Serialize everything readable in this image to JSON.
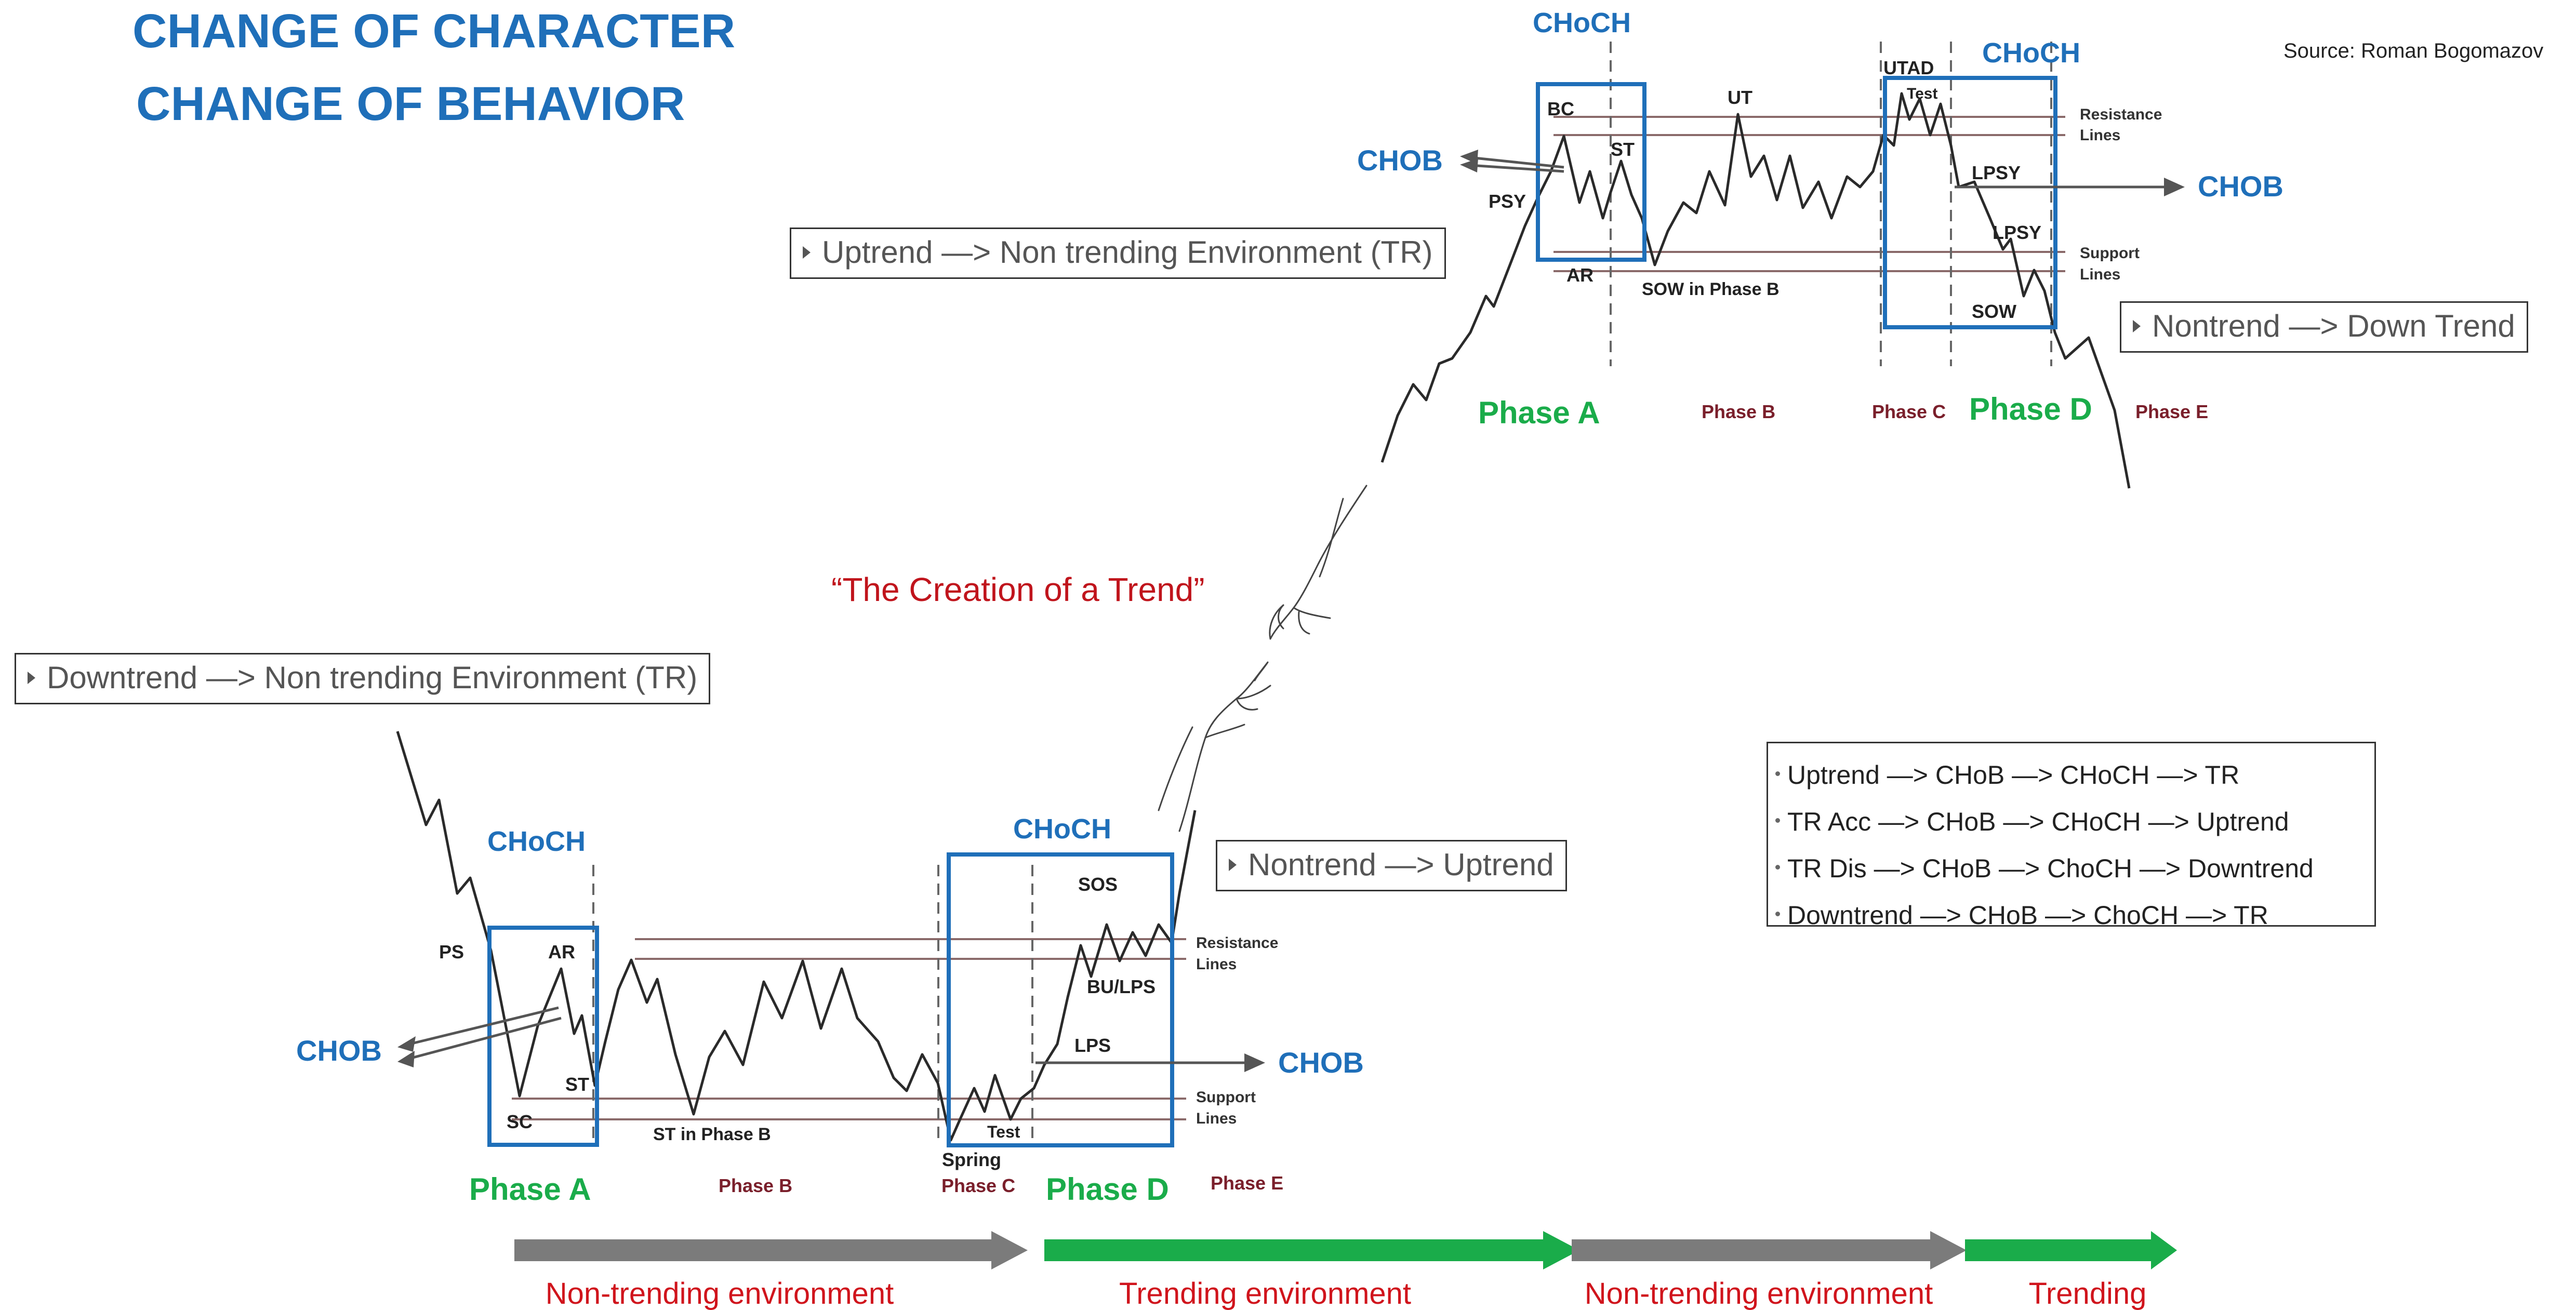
{
  "header": {
    "title_line1": "CHANGE OF CHARACTER",
    "title_line2": "CHANGE OF BEHAVIOR",
    "source": "Source: Roman Bogomazov"
  },
  "notes": {
    "uptrend_tr": "Uptrend  —> Non trending Environment (TR)",
    "downtrend_tr": "Downtrend  —> Non trending Environment (TR)",
    "nontrend_up": "Nontrend  —> Uptrend",
    "nontrend_down": "Nontrend  —> Down Trend"
  },
  "summary": [
    "Uptrend —> CHoB —> CHoCH —> TR",
    "TR Acc —> CHoB —> CHoCH —> Uptrend",
    "TR Dis —> CHoB —> ChoCH —> Downtrend",
    "Downtrend —> CHoB —> ChoCH —> TR"
  ],
  "creation_caption": "“The Creation of a Trend”",
  "accumulation": {
    "choch_a": "CHoCH",
    "choch_d": "CHoCH",
    "chob_left": "CHOB",
    "chob_right": "CHOB",
    "labels": {
      "ps": "PS",
      "ar": "AR",
      "st": "ST",
      "sc": "SC",
      "st_phase_b": "ST in Phase B",
      "spring": "Spring",
      "test": "Test",
      "lps": "LPS",
      "bu_lps": "BU/LPS",
      "sos": "SOS",
      "resistance_1": "Resistance",
      "resistance_2": "Lines",
      "support_1": "Support",
      "support_2": "Lines"
    },
    "phases": {
      "a": "Phase A",
      "b": "Phase B",
      "c": "Phase C",
      "d": "Phase D",
      "e": "Phase E"
    }
  },
  "distribution": {
    "choch_a": "CHoCH",
    "choch_d": "CHoCH",
    "chob_left": "CHOB",
    "chob_right": "CHOB",
    "labels": {
      "psy": "PSY",
      "bc": "BC",
      "st": "ST",
      "ar": "AR",
      "ut": "UT",
      "sow_phase_b": "SOW in Phase B",
      "utad": "UTAD",
      "test": "Test",
      "lpsy1": "LPSY",
      "lpsy2": "LPSY",
      "sow": "SOW",
      "resistance_1": "Resistance",
      "resistance_2": "Lines",
      "support_1": "Support",
      "support_2": "Lines"
    },
    "phases": {
      "a": "Phase A",
      "b": "Phase B",
      "c": "Phase C",
      "d": "Phase D",
      "e": "Phase E"
    }
  },
  "environments": [
    {
      "label": "Non-trending environment",
      "color": "#7b7b7b"
    },
    {
      "label": "Trending environment",
      "color": "#1aac4a"
    },
    {
      "label": "Non-trending environment",
      "color": "#7b7b7b"
    },
    {
      "label": "Trending",
      "color": "#1aac4a"
    }
  ],
  "colors": {
    "blue": "#1f6fb9",
    "green": "#1aac4a",
    "maroon": "#7a1f2b",
    "red": "#d0141c",
    "grey_arrow": "#7b7b7b"
  }
}
